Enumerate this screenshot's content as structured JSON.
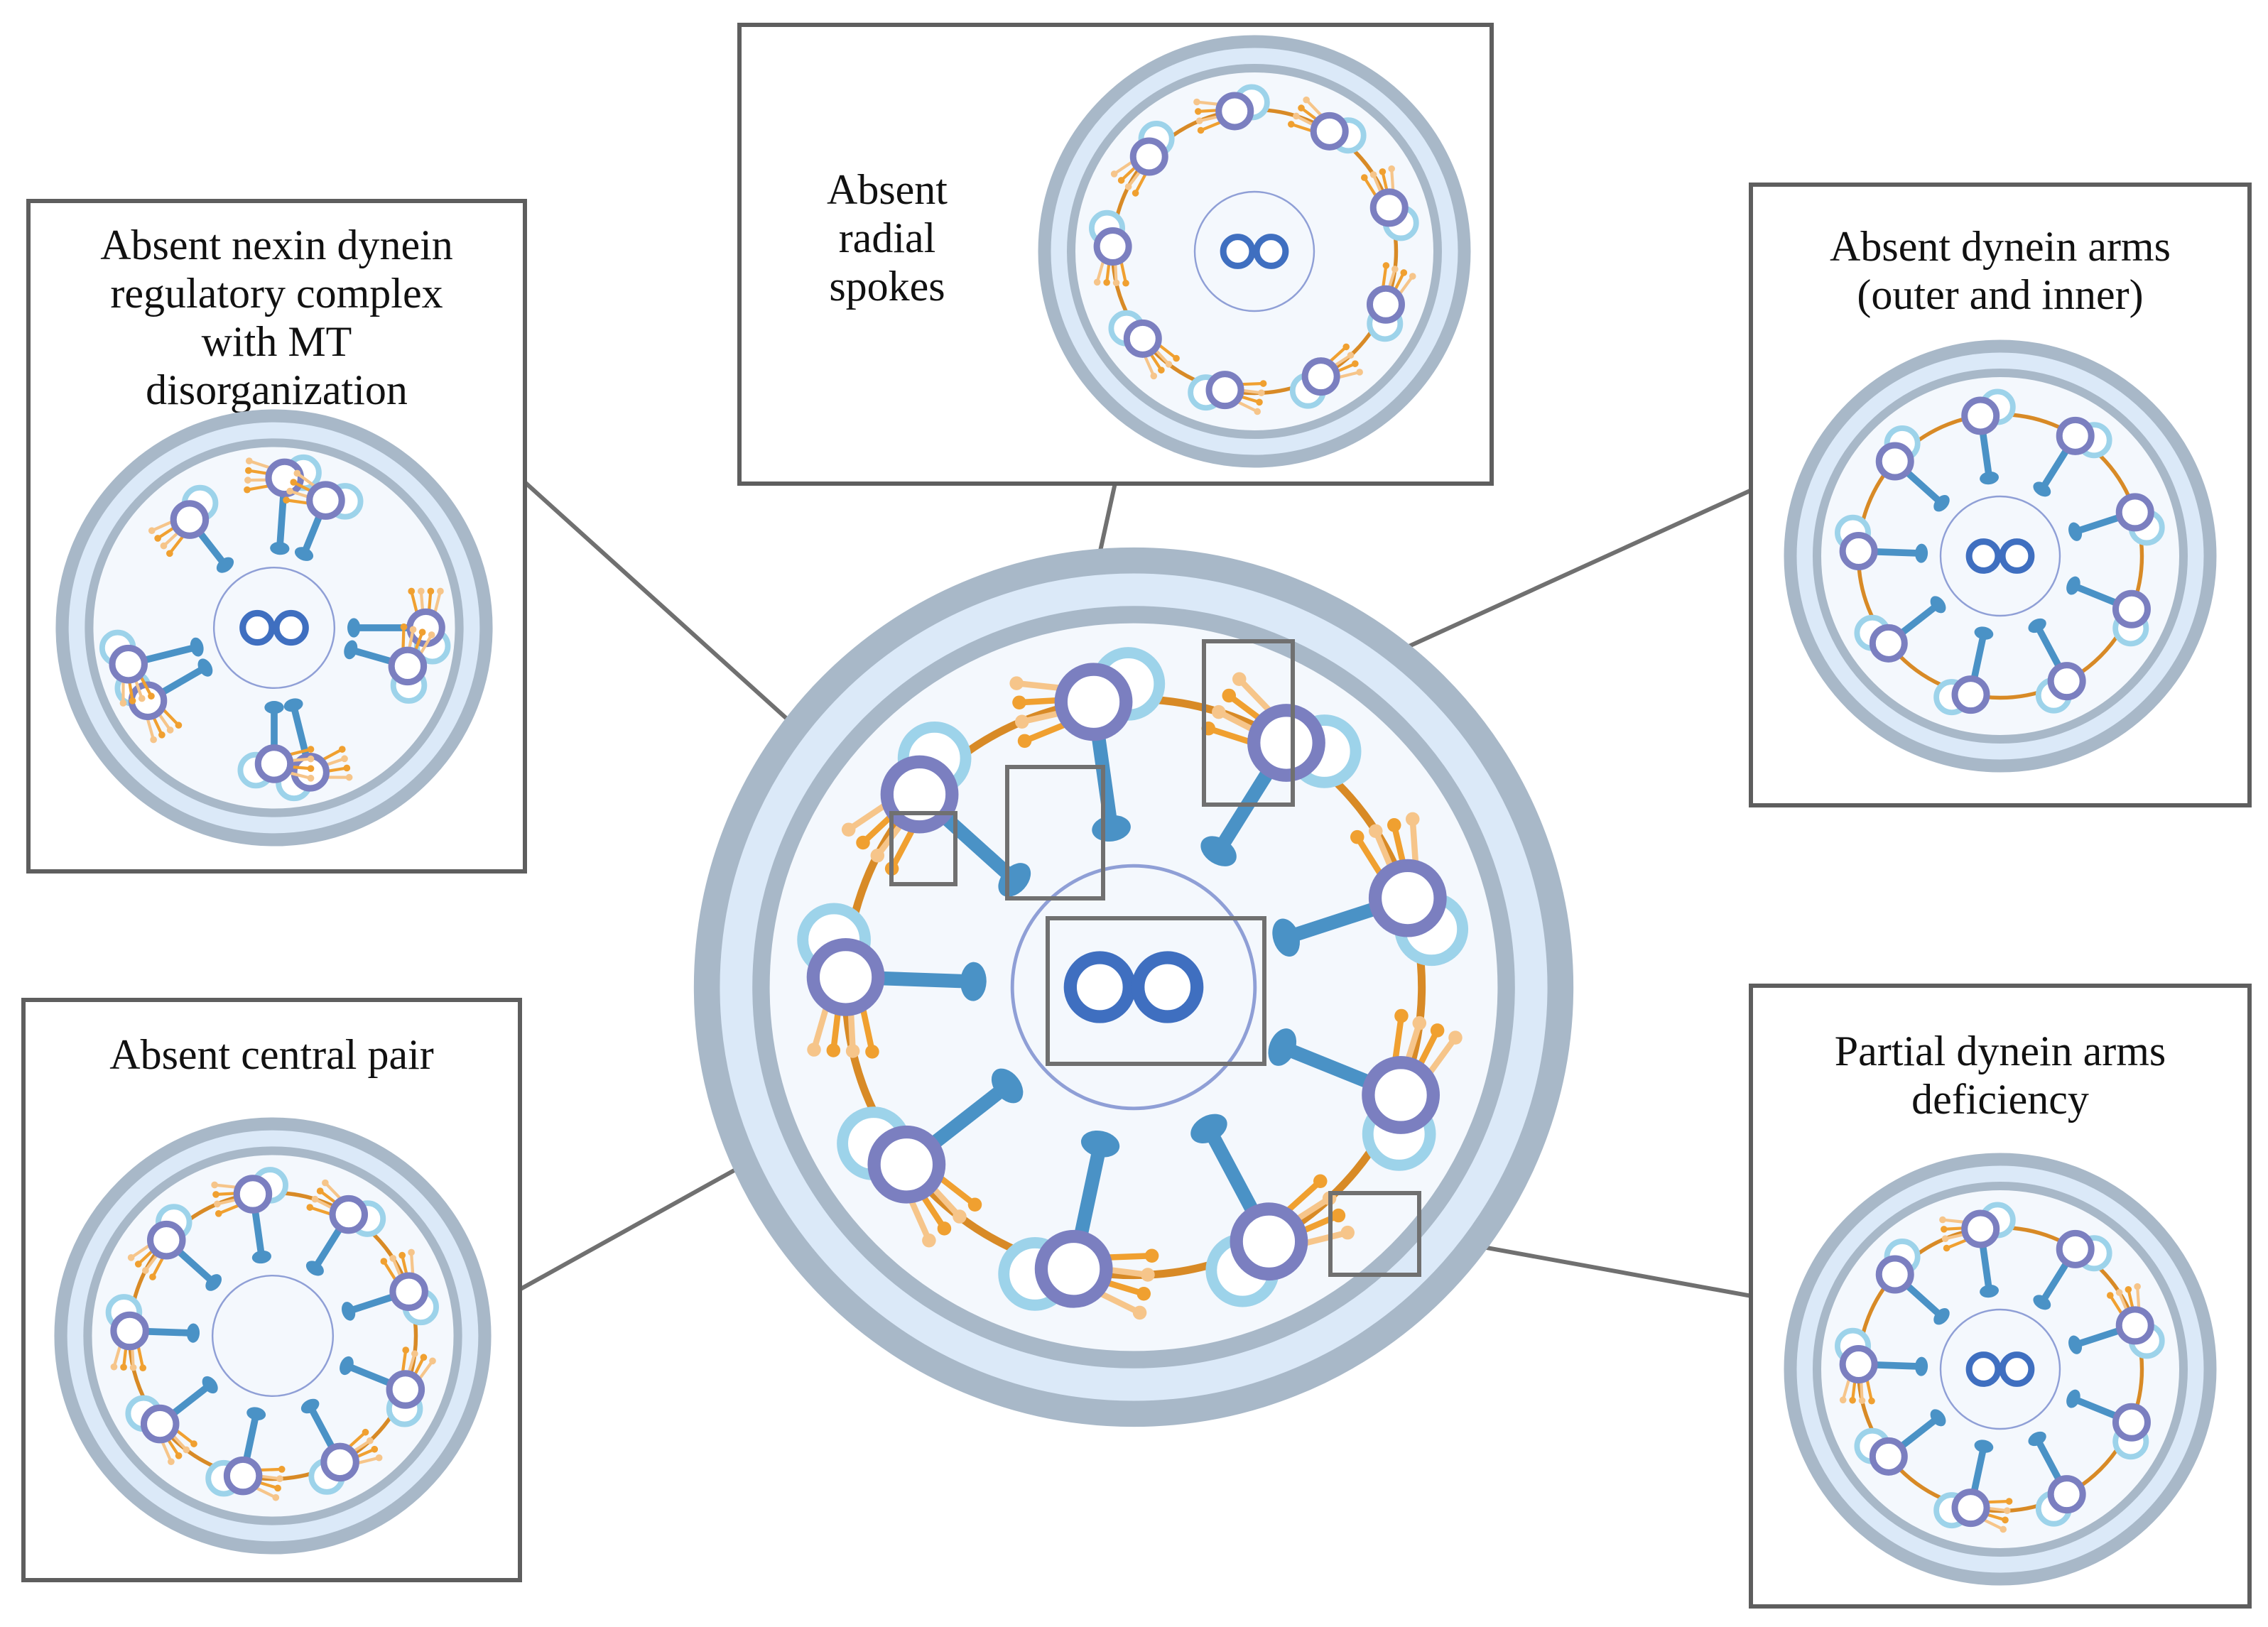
{
  "colors": {
    "membrane_outer": "#a8b8c8",
    "membrane_fill": "#dbe9f8",
    "matrix": "#f4f8fd",
    "tubule_a": "#7b7fc0",
    "tubule_b": "#9dd3ea",
    "spoke": "#4a92c6",
    "nexin": "#d88a26",
    "dynein": "#f0a030",
    "dynein_light": "#f6c58a",
    "central_pair": "#3f6fc0",
    "panel_border": "#5e5e5e",
    "leader_line": "#707070"
  },
  "panels": {
    "nexin": {
      "lines": [
        "Absent nexin dynein",
        "regulatory complex",
        "with MT",
        "disorganization"
      ]
    },
    "spokes": {
      "lines": [
        "Absent",
        "radial",
        "spokes"
      ]
    },
    "dynein_arms": {
      "lines": [
        "Absent dynein arms",
        "(outer and inner)"
      ]
    },
    "central_pair": {
      "lines": [
        "Absent central pair"
      ]
    },
    "partial": {
      "lines": [
        "Partial dynein arms",
        "deficiency"
      ]
    }
  }
}
